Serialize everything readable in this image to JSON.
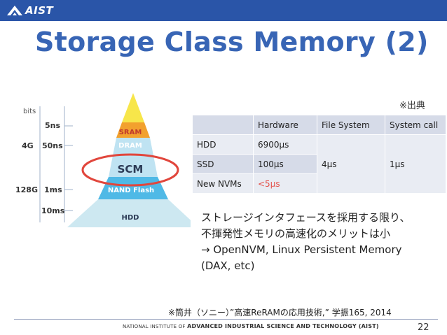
{
  "header": {
    "logo_text": "AIST",
    "bar_color": "#2a55a8"
  },
  "title": "Storage Class Memory (2)",
  "pyramid": {
    "axis_label": "bits",
    "capacity_labels": [
      "4G",
      "128G"
    ],
    "latency_labels": [
      "5ns",
      "50ns",
      "1ms",
      "10ms"
    ],
    "layers": [
      {
        "label": "SRAM",
        "color": "#f7e64a"
      },
      {
        "label": "DRAM",
        "color": "#f2a12e"
      },
      {
        "label": "SCM",
        "color": "#bfe3f2"
      },
      {
        "label": "NAND Flash",
        "color": "#4fb9e6"
      },
      {
        "label": "HDD",
        "color": "#cde8f1"
      }
    ],
    "highlight_color": "#e1463c"
  },
  "source_note": "※出典",
  "table": {
    "headers": [
      "",
      "Hardware",
      "File System",
      "System call"
    ],
    "rows": [
      {
        "name": "HDD",
        "hardware": "6900μs"
      },
      {
        "name": "SSD",
        "hardware": "100μs"
      },
      {
        "name": "New NVMs",
        "hardware": "<5μs"
      }
    ],
    "file_system": "4μs",
    "system_call": "1μs",
    "accent_color": "#e4514b"
  },
  "bullet_lines": [
    "ストレージインタフェースを採用する限り、",
    "不揮発性メモリの高速化のメリットは小",
    "→ OpenNVM, Linux Persistent Memory",
    "(DAX, etc)"
  ],
  "reference": "※筒井（ソニー）”高速ReRAMの応用技術,” 学振165, 2014",
  "footer": {
    "prefix": "NATIONAL INSTITUTE OF",
    "institute": "ADVANCED INDUSTRIAL SCIENCE AND TECHNOLOGY (AIST)",
    "page": "22"
  }
}
